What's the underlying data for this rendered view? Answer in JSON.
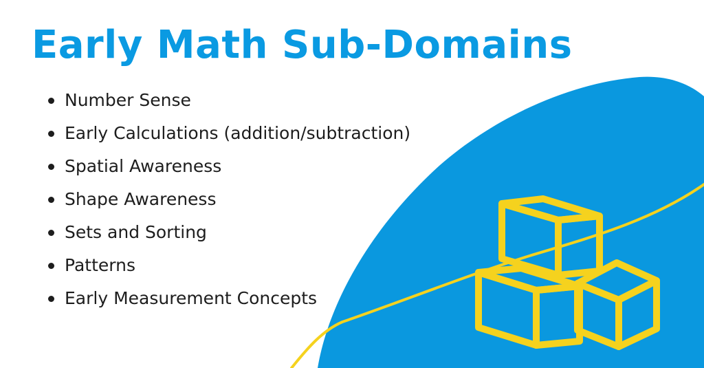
{
  "title": "Early Math Sub-Domains",
  "bullets": [
    "Number Sense",
    "Early Calculations (addition/subtraction)",
    "Spatial Awareness",
    "Shape Awareness",
    "Sets and Sorting",
    "Patterns",
    "Early Measurement Concepts"
  ],
  "colors": {
    "title": "#0a9ae2",
    "blob": "#0a98df",
    "accent": "#f5d21e",
    "text": "#1d1d1d"
  }
}
